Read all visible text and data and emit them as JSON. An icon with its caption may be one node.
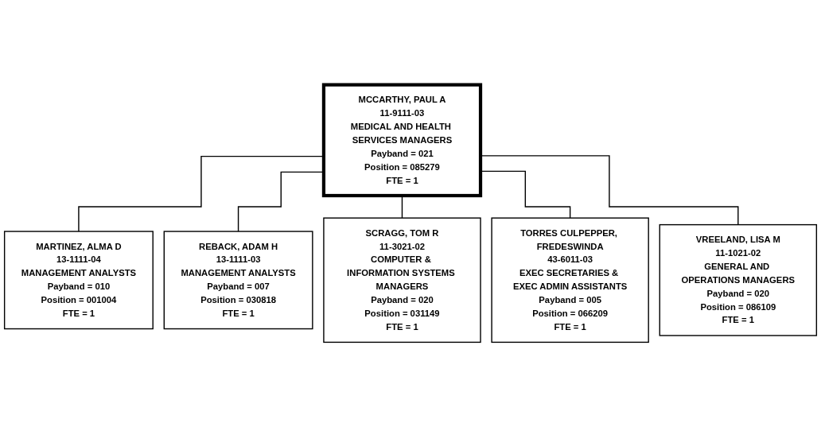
{
  "diagram": {
    "nodes": [
      {
        "text": [
          "MCCARTHY, PAUL A",
          "11-9111-03",
          "MEDICAL AND HEALTH SERVICES MANAGERS",
          "Payband = 021",
          "Position = 085279",
          "FTE = 1"
        ]
      },
      {
        "text": [
          "MARTINEZ, ALMA D",
          "13-1111-04",
          "MANAGEMENT ANALYSTS",
          "Payband = 010",
          "Position = 001004",
          "FTE = 1"
        ]
      },
      {
        "text": [
          "REBACK, ADAM H",
          "13-1111-03",
          "MANAGEMENT ANALYSTS",
          "Payband = 007",
          "Position = 030818",
          "FTE = 1"
        ]
      },
      {
        "text": [
          "SCRAGG, TOM R",
          "11-3021-02",
          "COMPUTER & INFORMATION SYSTEMS MANAGERS",
          "Payband = 020",
          "Position = 031149",
          "FTE = 1"
        ]
      },
      {
        "text": [
          "TORRES CULPEPPER, FREDESWINDA",
          "43-6011-03",
          "EXEC SECRETARIES & EXEC ADMIN ASSISTANTS",
          "Payband = 005",
          "Position = 066209",
          "FTE = 1"
        ]
      },
      {
        "text": [
          "VREELAND, LISA M",
          "11-1021-02",
          "GENERAL AND OPERATIONS MANAGERS",
          "Payband = 020",
          "Position = 086109",
          "FTE = 1"
        ]
      }
    ],
    "edges": [
      {
        "from": 0,
        "to": 1,
        "arrow": "none"
      },
      {
        "from": 0,
        "to": 2,
        "arrow": "none"
      },
      {
        "from": 0,
        "to": 3,
        "arrow": "none"
      },
      {
        "from": 0,
        "to": 4,
        "arrow": "none"
      },
      {
        "from": 0,
        "to": 5,
        "arrow": "none"
      }
    ]
  }
}
